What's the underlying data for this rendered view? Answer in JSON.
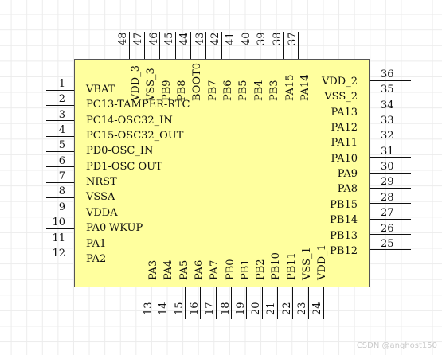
{
  "chip": {
    "left_pins": [
      [
        "1",
        "VBAT"
      ],
      [
        "2",
        "PC13-TAMPER-RTC"
      ],
      [
        "3",
        "PC14-OSC32_IN"
      ],
      [
        "4",
        "PC15-OSC32_OUT"
      ],
      [
        "5",
        "PD0-OSC_IN"
      ],
      [
        "6",
        "PD1-OSC OUT"
      ],
      [
        "7",
        "NRST"
      ],
      [
        "8",
        "VSSA"
      ],
      [
        "9",
        "VDDA"
      ],
      [
        "10",
        "PA0-WKUP"
      ],
      [
        "11",
        "PA1"
      ],
      [
        "12",
        "PA2"
      ]
    ],
    "bottom_pins": [
      [
        "13",
        "PA3"
      ],
      [
        "14",
        "PA4"
      ],
      [
        "15",
        "PA5"
      ],
      [
        "16",
        "PA6"
      ],
      [
        "17",
        "PA7"
      ],
      [
        "18",
        "PB0"
      ],
      [
        "19",
        "PB1"
      ],
      [
        "20",
        "PB2"
      ],
      [
        "21",
        "PB10"
      ],
      [
        "22",
        "PB11"
      ],
      [
        "23",
        "VSS_1"
      ],
      [
        "24",
        "VDD_1"
      ]
    ],
    "right_pins": [
      [
        "36",
        "VDD_2"
      ],
      [
        "35",
        "VSS_2"
      ],
      [
        "34",
        "PA13"
      ],
      [
        "33",
        "PA12"
      ],
      [
        "32",
        "PA11"
      ],
      [
        "31",
        "PA10"
      ],
      [
        "30",
        "PA9"
      ],
      [
        "29",
        "PA8"
      ],
      [
        "28",
        "PB15"
      ],
      [
        "27",
        "PB14"
      ],
      [
        "26",
        "PB13"
      ],
      [
        "25",
        "PB12"
      ]
    ],
    "top_pins": [
      [
        "48",
        "VDD_3"
      ],
      [
        "47",
        "VSS_3"
      ],
      [
        "46",
        "PB9"
      ],
      [
        "45",
        "PB8"
      ],
      [
        "44",
        "BOOT0"
      ],
      [
        "43",
        "PB7"
      ],
      [
        "42",
        "PB6"
      ],
      [
        "41",
        "PB5"
      ],
      [
        "40",
        "PB4"
      ],
      [
        "39",
        "PB3"
      ],
      [
        "38",
        "PA15"
      ],
      [
        "37",
        "PA14"
      ]
    ]
  },
  "watermark": "CSDN @anghost150"
}
